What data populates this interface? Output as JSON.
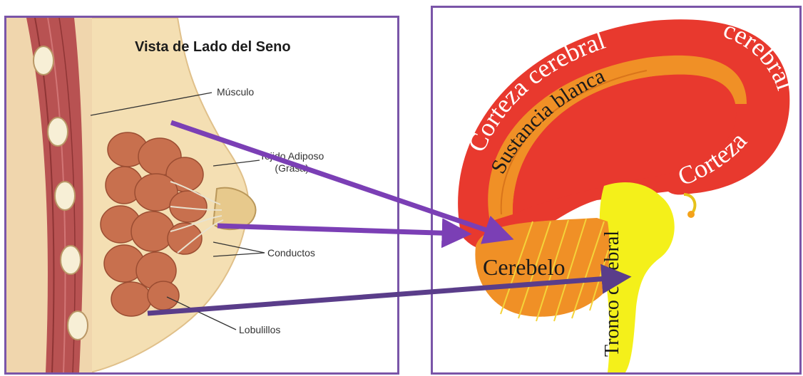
{
  "breast_diagram": {
    "title": "Vista de Lado del Seno",
    "labels": {
      "muscle": "Músculo",
      "adipose_line1": "Tejido Adiposo",
      "adipose_line2": "(Grasa)",
      "ducts": "Conductos",
      "lobules": "Lobulillos"
    }
  },
  "brain_diagram": {
    "labels": {
      "cortex_top": "Corteza cerebral",
      "cortex_right": "cerebral",
      "cortex_lower": "Corteza",
      "white_matter": "Sustancia blanca",
      "cerebellum": "Cerebelo",
      "brainstem": "Tronco cerebral"
    }
  },
  "colors": {
    "frame": "#7a55a8",
    "arrow_dark": "#5a3d8a",
    "arrow_light": "#7b3fb5",
    "cortex": "#e8392e",
    "white_matter": "#f09026",
    "brainstem": "#f4f01a",
    "tissue": "#c8704e"
  }
}
